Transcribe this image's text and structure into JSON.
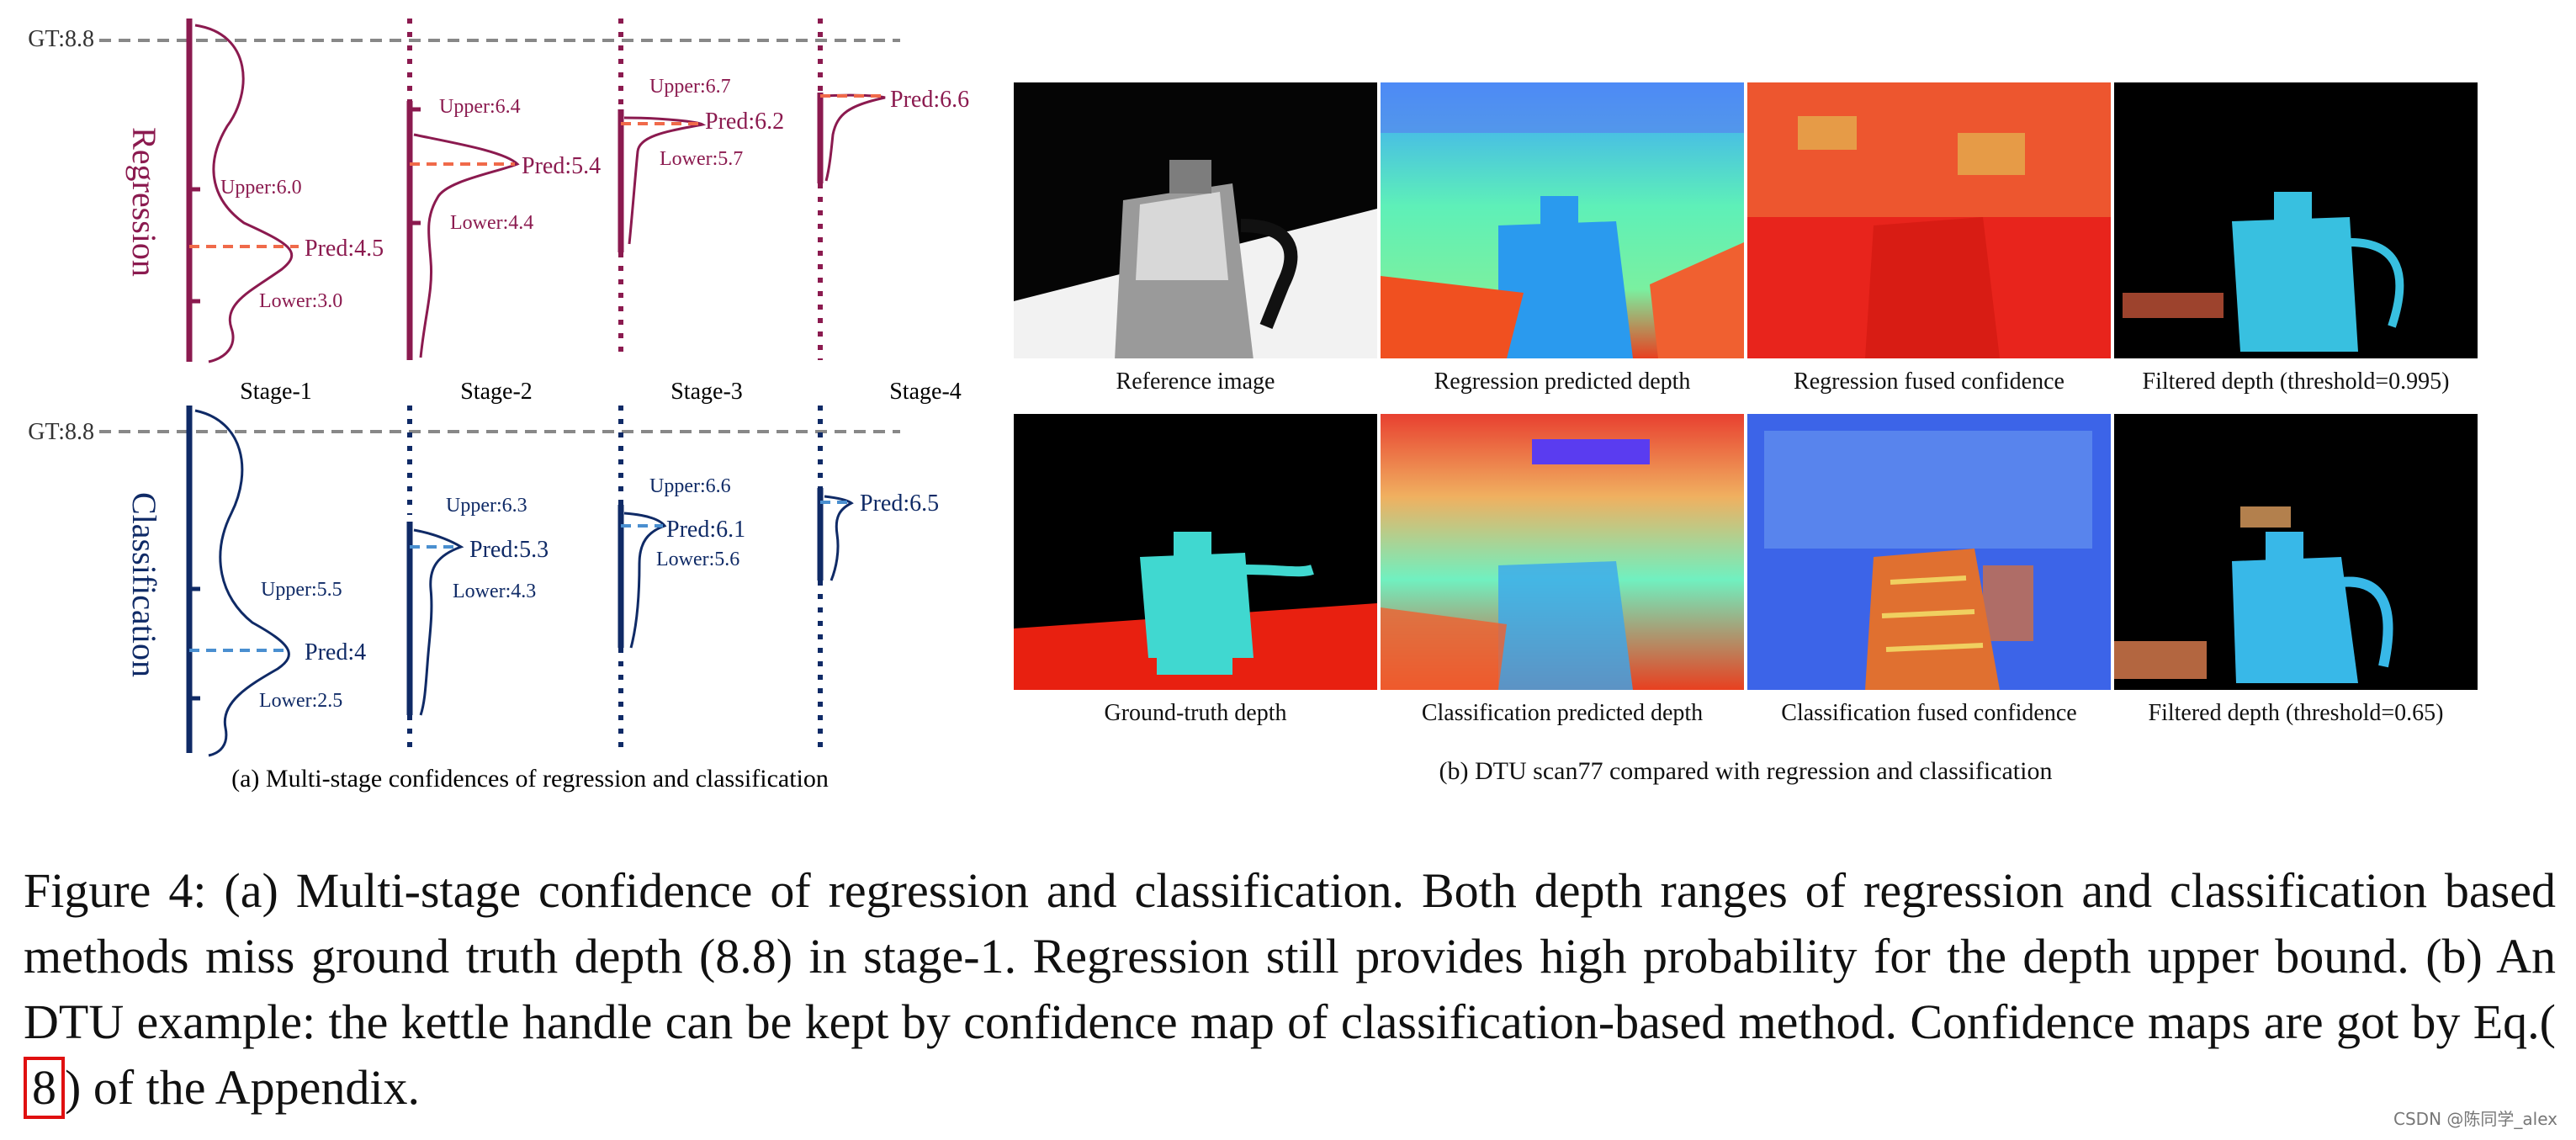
{
  "panel_a": {
    "gt_label": "GT:8.8",
    "rows": [
      {
        "name": "Regression",
        "color": "#8b1a4f",
        "stages": [
          {
            "upper": "Upper:6.0",
            "pred": "Pred:4.5",
            "lower": "Lower:3.0"
          },
          {
            "upper": "Upper:6.4",
            "pred": "Pred:5.4",
            "lower": "Lower:4.4"
          },
          {
            "upper": "Upper:6.7",
            "pred": "Pred:6.2",
            "lower": "Lower:5.7"
          },
          {
            "upper": "",
            "pred": "Pred:6.6",
            "lower": ""
          }
        ]
      },
      {
        "name": "Classification",
        "color": "#0f2a66",
        "stages": [
          {
            "upper": "Upper:5.5",
            "pred": "Pred:4",
            "lower": "Lower:2.5"
          },
          {
            "upper": "Upper:6.3",
            "pred": "Pred:5.3",
            "lower": "Lower:4.3"
          },
          {
            "upper": "Upper:6.6",
            "pred": "Pred:6.1",
            "lower": "Lower:5.6"
          },
          {
            "upper": "",
            "pred": "Pred:6.5",
            "lower": ""
          }
        ]
      }
    ],
    "stage_labels": [
      "Stage-1",
      "Stage-2",
      "Stage-3",
      "Stage-4"
    ],
    "caption": "(a) Multi-stage confidences of regression and classification"
  },
  "panel_b": {
    "row1_labels": [
      "Reference image",
      "Regression predicted depth",
      "Regression fused confidence",
      "Filtered depth (threshold=0.995)"
    ],
    "row2_labels": [
      "Ground-truth depth",
      "Classification predicted depth",
      "Classification fused confidence",
      "Filtered depth (threshold=0.65)"
    ],
    "caption": "(b) DTU scan77 compared with regression and classification"
  },
  "figure_caption": {
    "before_ref": "Figure 4: (a) Multi-stage confidence of regression and classification. Both depth ranges of regression and classification based methods miss ground truth depth (8.8) in stage-1. Regression still provides high probability for the depth upper bound. (b) An DTU example: the kettle handle can be kept by confidence map of classification-based method. Confidence maps are got by Eq.(",
    "ref": "8",
    "after_ref": ") of the Appendix."
  },
  "watermark": "CSDN @陈同学_alex",
  "colors": {
    "regression": "#8b1a4f",
    "classification": "#0f2a66",
    "pred_line_reg": "#f06a4a",
    "pred_line_cls": "#4a8fd0",
    "gt_line": "#888888"
  }
}
